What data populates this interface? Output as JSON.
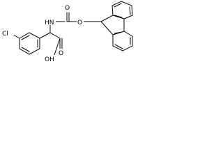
{
  "diagram": {
    "type": "chemical-structure",
    "atom_labels": {
      "nh": "HN",
      "ester_o_left": "O",
      "ester_o_right": "O",
      "cl": "Cl",
      "acid_o": "O",
      "acid_oh": "OH"
    }
  }
}
